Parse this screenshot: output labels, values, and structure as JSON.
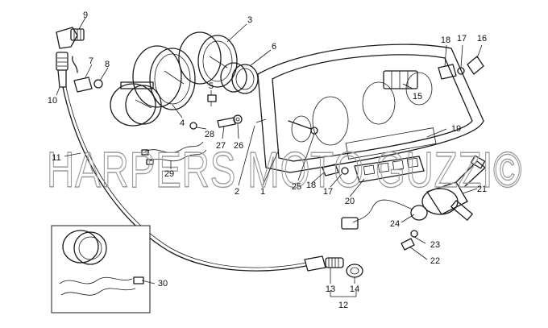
{
  "watermark": "HARPERS MOTO GUZZI©",
  "callouts": [
    {
      "id": "c9",
      "label": "9"
    },
    {
      "id": "c3",
      "label": "3"
    },
    {
      "id": "c6",
      "label": "6"
    },
    {
      "id": "c7",
      "label": "7"
    },
    {
      "id": "c8",
      "label": "8"
    },
    {
      "id": "c10",
      "label": "10"
    },
    {
      "id": "c4",
      "label": "4"
    },
    {
      "id": "c5",
      "label": "5"
    },
    {
      "id": "c28",
      "label": "28"
    },
    {
      "id": "c27",
      "label": "27"
    },
    {
      "id": "c26",
      "label": "26"
    },
    {
      "id": "c11",
      "label": "11"
    },
    {
      "id": "c29",
      "label": "29"
    },
    {
      "id": "c2",
      "label": "2"
    },
    {
      "id": "c1",
      "label": "1"
    },
    {
      "id": "c25",
      "label": "25"
    },
    {
      "id": "c18a",
      "label": "18"
    },
    {
      "id": "c17a",
      "label": "17"
    },
    {
      "id": "c20",
      "label": "20"
    },
    {
      "id": "c19",
      "label": "19"
    },
    {
      "id": "c15",
      "label": "15"
    },
    {
      "id": "c18b",
      "label": "18"
    },
    {
      "id": "c17b",
      "label": "17"
    },
    {
      "id": "c16",
      "label": "16"
    },
    {
      "id": "c21",
      "label": "21"
    },
    {
      "id": "c24",
      "label": "24"
    },
    {
      "id": "c23",
      "label": "23"
    },
    {
      "id": "c22",
      "label": "22"
    },
    {
      "id": "c30",
      "label": "30"
    },
    {
      "id": "c13",
      "label": "13"
    },
    {
      "id": "c14",
      "label": "14"
    },
    {
      "id": "c12",
      "label": "12"
    }
  ]
}
